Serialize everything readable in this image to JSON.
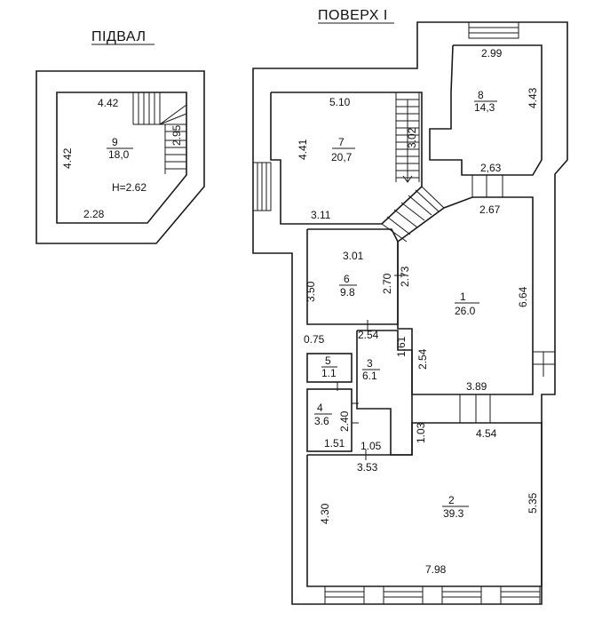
{
  "titles": {
    "basement": "ПІДВАЛ",
    "floor": "ПОВЕРХ І"
  },
  "basement": {
    "room": {
      "number": "9",
      "area": "18,0",
      "height": "H=2.62"
    },
    "dims": {
      "top": "4.42",
      "left": "4.42",
      "bottom": "2.28",
      "stair": "2.95"
    }
  },
  "rooms": [
    {
      "id": "1",
      "number": "1",
      "area": "26.0"
    },
    {
      "id": "2",
      "number": "2",
      "area": "39.3"
    },
    {
      "id": "3",
      "number": "3",
      "area": "6.1"
    },
    {
      "id": "4",
      "number": "4",
      "area": "3.6"
    },
    {
      "id": "5",
      "number": "5",
      "area": "1.1"
    },
    {
      "id": "6",
      "number": "6",
      "area": "9.8"
    },
    {
      "id": "7",
      "number": "7",
      "area": "20,7"
    },
    {
      "id": "8",
      "number": "8",
      "area": "14,3"
    }
  ],
  "dims": {
    "d299": "2.99",
    "d443": "4.43",
    "d263": "2,63",
    "d267": "2.67",
    "d510": "5.10",
    "d441": "4.41",
    "d302": "3.02",
    "d311": "3.11",
    "d301": "3.01",
    "d350": "3.50",
    "d270": "2.70",
    "d273": "2.73",
    "d664": "6.64",
    "d075": "0.75",
    "d254a": "2.54",
    "d161": "1.61",
    "d254b": "2.54",
    "d389": "3.89",
    "d240": "2.40",
    "d151": "1.51",
    "d105": "1.05",
    "d103": "1.03",
    "d454": "4.54",
    "d353": "3.53",
    "d430": "4.30",
    "d535": "5.35",
    "d798": "7.98"
  }
}
